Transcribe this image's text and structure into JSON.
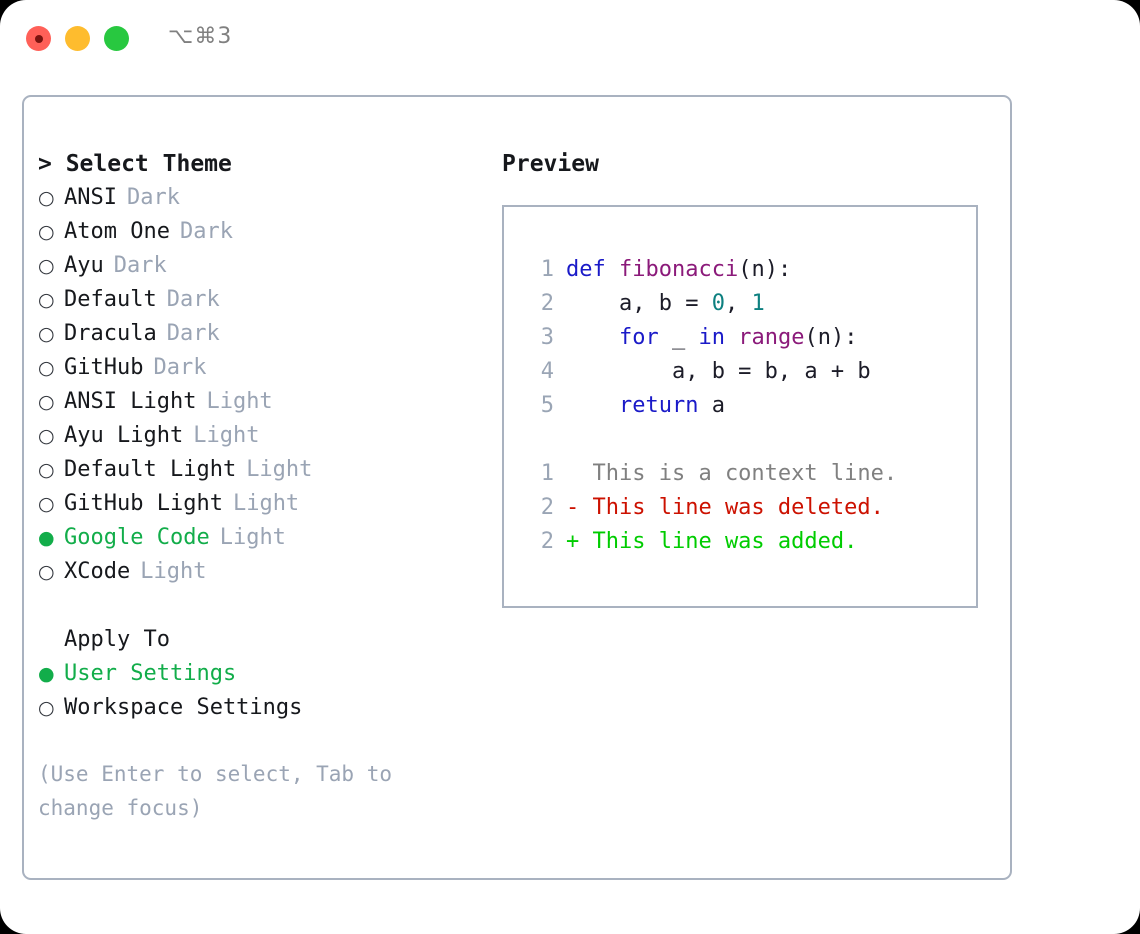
{
  "titlebar": {
    "shortcut": "⌥⌘3",
    "lights": [
      "close-light",
      "minimize-light",
      "maximize-light"
    ]
  },
  "theme_picker": {
    "header": "> Select Theme",
    "options": [
      {
        "marker": "○",
        "label": "ANSI",
        "suffix": "Dark",
        "selected": false
      },
      {
        "marker": "○",
        "label": "Atom One",
        "suffix": "Dark",
        "selected": false
      },
      {
        "marker": "○",
        "label": "Ayu",
        "suffix": "Dark",
        "selected": false
      },
      {
        "marker": "○",
        "label": "Default",
        "suffix": "Dark",
        "selected": false
      },
      {
        "marker": "○",
        "label": "Dracula",
        "suffix": "Dark",
        "selected": false
      },
      {
        "marker": "○",
        "label": "GitHub",
        "suffix": "Dark",
        "selected": false
      },
      {
        "marker": "○",
        "label": "ANSI Light",
        "suffix": "Light",
        "selected": false
      },
      {
        "marker": "○",
        "label": "Ayu Light",
        "suffix": "Light",
        "selected": false
      },
      {
        "marker": "○",
        "label": "Default Light",
        "suffix": "Light",
        "selected": false
      },
      {
        "marker": "○",
        "label": "GitHub Light",
        "suffix": "Light",
        "selected": false
      },
      {
        "marker": "●",
        "label": "Google Code",
        "suffix": "Light",
        "selected": true
      },
      {
        "marker": "○",
        "label": "XCode",
        "suffix": "Light",
        "selected": false
      }
    ]
  },
  "apply_to": {
    "header": "Apply To",
    "options": [
      {
        "marker": "●",
        "label": "User Settings",
        "selected": true
      },
      {
        "marker": "○",
        "label": "Workspace Settings",
        "selected": false
      }
    ]
  },
  "hint": "(Use Enter to select, Tab to change focus)",
  "preview": {
    "title": "Preview",
    "code_lines": [
      {
        "num": "1",
        "tokens": [
          {
            "t": "def ",
            "c": "tok-kw"
          },
          {
            "t": "fibonacci",
            "c": "tok-fn"
          },
          {
            "t": "(n):",
            "c": "tok-pl"
          }
        ]
      },
      {
        "num": "2",
        "tokens": [
          {
            "t": "    a, b = ",
            "c": "tok-pl"
          },
          {
            "t": "0",
            "c": "tok-num"
          },
          {
            "t": ", ",
            "c": "tok-pl"
          },
          {
            "t": "1",
            "c": "tok-num"
          }
        ]
      },
      {
        "num": "3",
        "tokens": [
          {
            "t": "    ",
            "c": "tok-pl"
          },
          {
            "t": "for ",
            "c": "tok-kw"
          },
          {
            "t": "_ ",
            "c": "tok-pl"
          },
          {
            "t": "in ",
            "c": "tok-kw"
          },
          {
            "t": "range",
            "c": "tok-fn"
          },
          {
            "t": "(n):",
            "c": "tok-pl"
          }
        ]
      },
      {
        "num": "4",
        "tokens": [
          {
            "t": "        a, b = b, a + b",
            "c": "tok-pl"
          }
        ]
      },
      {
        "num": "5",
        "tokens": [
          {
            "t": "    ",
            "c": "tok-pl"
          },
          {
            "t": "return ",
            "c": "tok-kw"
          },
          {
            "t": "a",
            "c": "tok-pl"
          }
        ]
      }
    ],
    "diff_lines": [
      {
        "num": "1",
        "tokens": [
          {
            "t": "  This is a context line.",
            "c": "tok-ctx"
          }
        ]
      },
      {
        "num": "2",
        "tokens": [
          {
            "t": "- This line was deleted.",
            "c": "tok-del"
          }
        ]
      },
      {
        "num": "2",
        "tokens": [
          {
            "t": "+ This line was added.",
            "c": "tok-add"
          }
        ]
      }
    ]
  },
  "colors": {
    "accent_green": "#12ad4a",
    "muted_gray": "#9aa4b4",
    "border": "#a9b2c0",
    "keyword_blue": "#1a1ac8",
    "function_purple": "#8b1a7a",
    "number_teal": "#0d8080",
    "diff_added": "#00cc00",
    "diff_deleted": "#cc1100",
    "background": "#ffffff"
  }
}
